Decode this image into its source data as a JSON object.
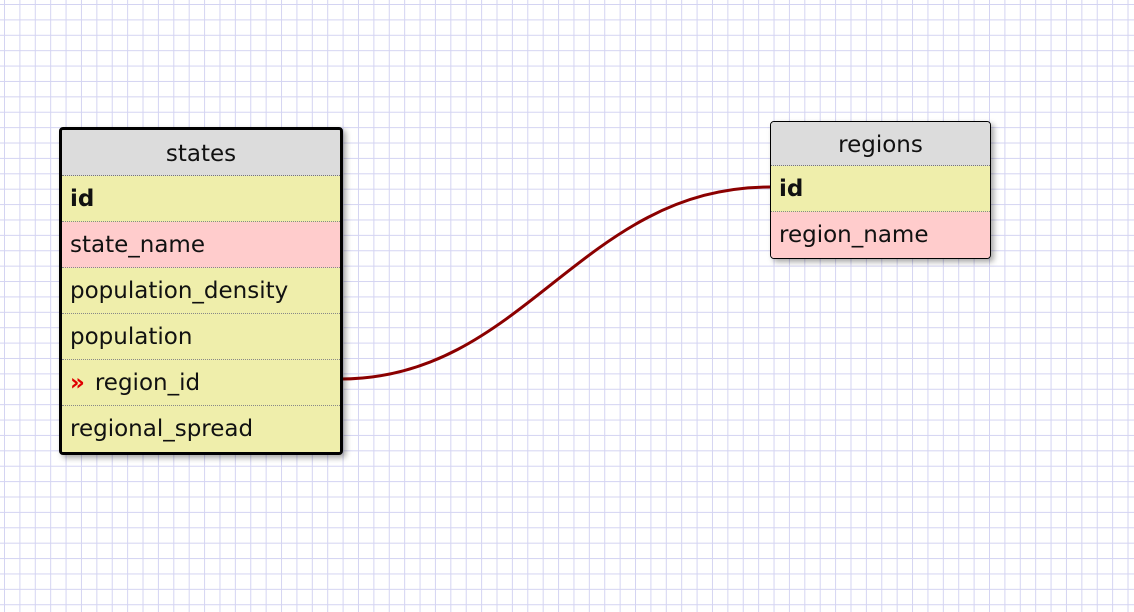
{
  "tables": {
    "states": {
      "name": "states",
      "fields": [
        {
          "label": "id"
        },
        {
          "label": "state_name"
        },
        {
          "label": "population_density"
        },
        {
          "label": "population"
        },
        {
          "label": "region_id",
          "fk_marker": "»"
        },
        {
          "label": "regional_spread"
        }
      ]
    },
    "regions": {
      "name": "regions",
      "fields": [
        {
          "label": "id"
        },
        {
          "label": "region_name"
        }
      ]
    }
  },
  "relation": {
    "from": "states.region_id",
    "to": "regions.id",
    "color": "#8b0000"
  },
  "colors": {
    "grid_line": "#d4d4f2",
    "header_bg": "#dcdcdc",
    "field_bg": "#efeeab",
    "name_field_bg": "#ffcccc",
    "fk_marker": "#e00000"
  }
}
